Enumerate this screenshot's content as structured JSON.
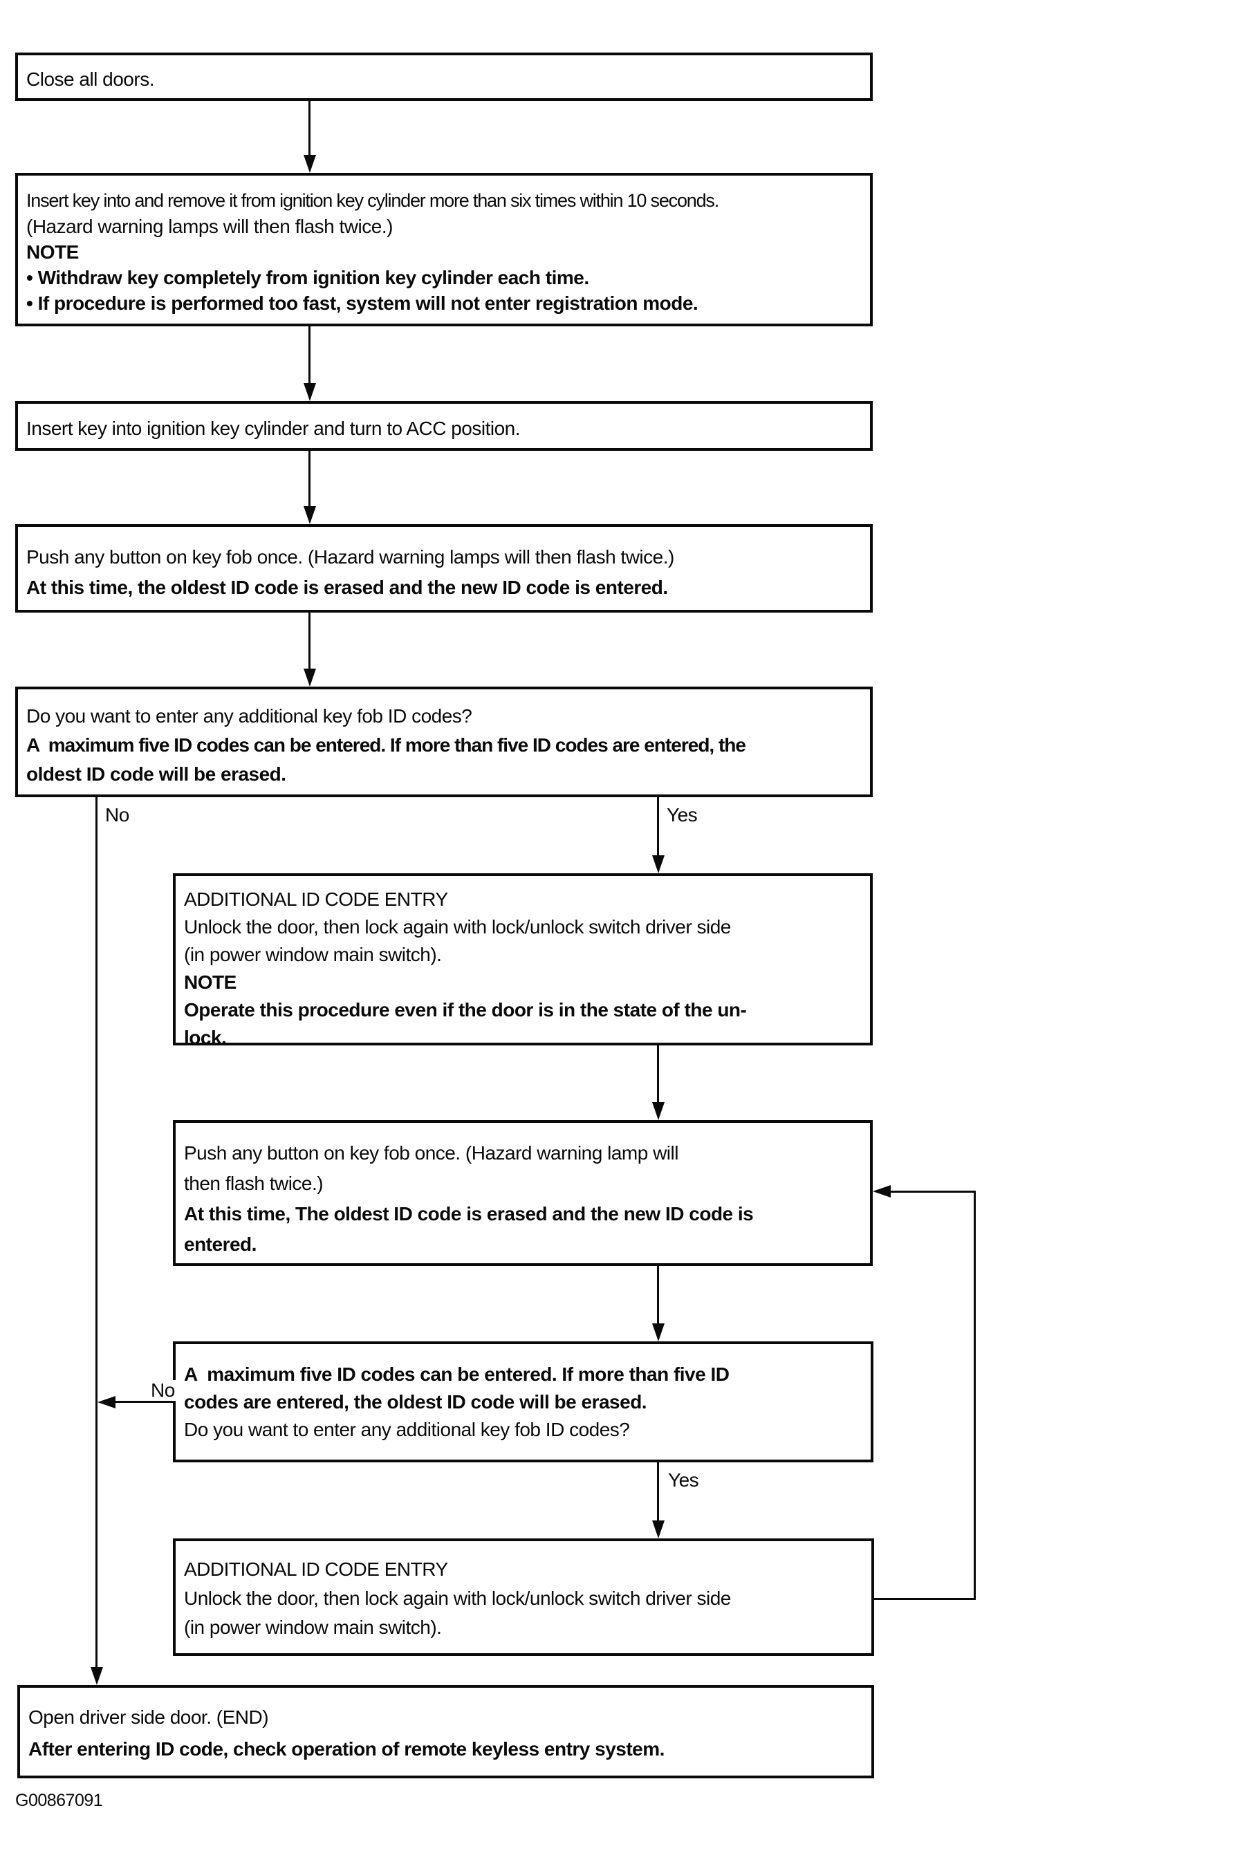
{
  "flowchart": {
    "figure_id": "G00867091",
    "branch_labels": {
      "no1": "No",
      "yes1": "Yes",
      "no2": "No",
      "yes2": "Yes"
    },
    "boxes": {
      "b1": {
        "lines": [
          "Close all doors."
        ]
      },
      "b2": {
        "lines": [
          "Insert key into and remove it from ignition key cylinder more than six times within 10 seconds.",
          "(Hazard warning lamps will then flash twice.)",
          "NOTE",
          "• Withdraw key completely from ignition key cylinder each time.",
          "• If procedure is performed too fast, system will not enter registration mode."
        ]
      },
      "b3": {
        "lines": [
          "Insert key into ignition key cylinder and turn to ACC position."
        ]
      },
      "b4": {
        "lines": [
          "Push any button on key fob once. (Hazard warning lamps will then flash twice.)",
          "At this time, the oldest ID code is erased and the new ID code is entered."
        ]
      },
      "b5": {
        "lines": [
          "Do you want to enter any additional key fob ID codes?",
          "A  maximum five ID codes can be entered. If more than five ID codes are entered, the",
          "oldest ID code will be erased."
        ]
      },
      "b6": {
        "lines": [
          "ADDITIONAL ID CODE ENTRY",
          "Unlock the door, then lock again with lock/unlock switch driver side",
          "(in power window main switch).",
          "NOTE",
          "Operate this procedure even if the door is in the state of the un-",
          "lock."
        ]
      },
      "b7": {
        "lines": [
          "Push any button on key fob once. (Hazard warning lamp will",
          "then flash twice.)",
          "At this time, The oldest ID code is erased and the new ID code is",
          "entered."
        ]
      },
      "b8": {
        "lines": [
          "A  maximum five ID codes can be entered. If more than five ID",
          "codes are entered, the oldest ID code will be erased.",
          "Do you want to enter any additional key fob ID codes?"
        ]
      },
      "b9": {
        "lines": [
          "ADDITIONAL ID CODE ENTRY",
          "Unlock the door, then lock again with lock/unlock switch driver side",
          "(in power window main switch)."
        ]
      },
      "b10": {
        "lines": [
          "Open driver side door. (END)",
          "After entering ID code, check operation of remote keyless entry system."
        ]
      }
    }
  }
}
